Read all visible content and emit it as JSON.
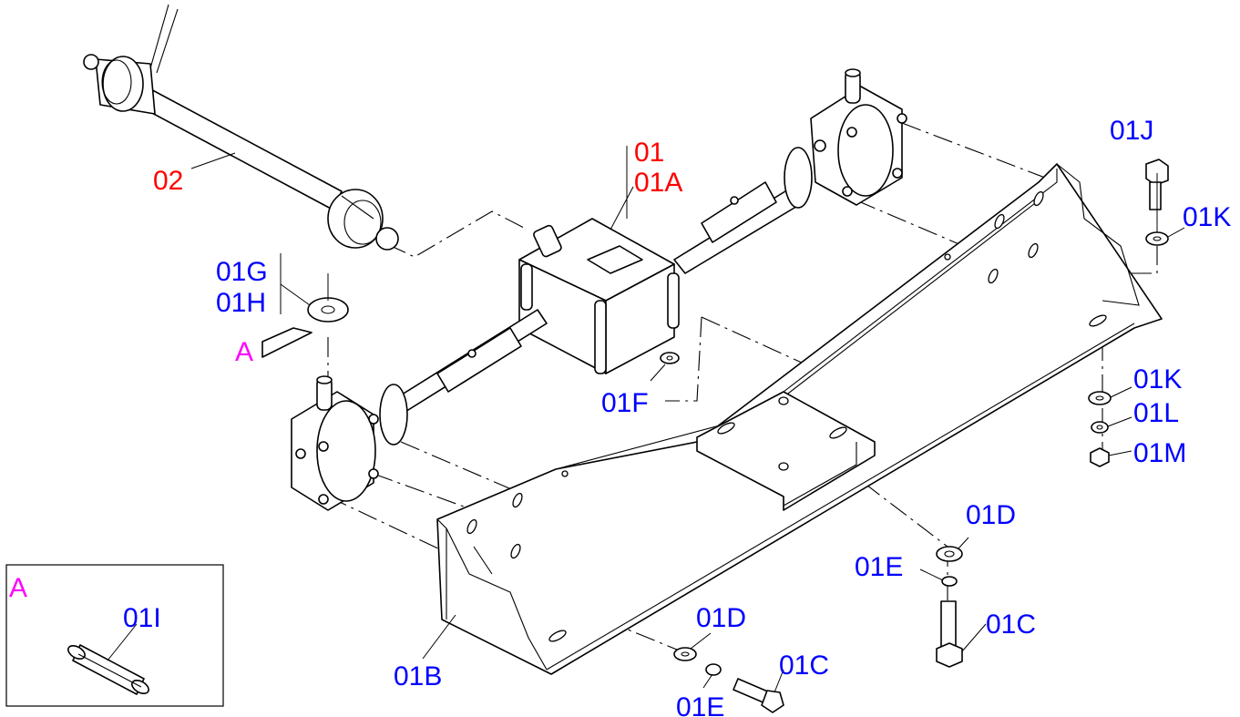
{
  "labels": {
    "p02": "02",
    "p01": "01",
    "p01A": "01A",
    "p01B": "01B",
    "p01C_front": "01C",
    "p01C_right": "01C",
    "p01D_front": "01D",
    "p01D_right": "01D",
    "p01E_front": "01E",
    "p01E_right": "01E",
    "p01F": "01F",
    "p01G": "01G",
    "p01H": "01H",
    "p01I": "01I",
    "p01J": "01J",
    "p01K_top": "01K",
    "p01K_bottom": "01K",
    "p01L": "01L",
    "p01M": "01M",
    "detail_ref": "A",
    "detail_box_title": "A"
  },
  "colors": {
    "gearbox_parts": "#ff0000",
    "hardware_parts": "#0000ff",
    "detail_marker": "#ff00ff"
  }
}
